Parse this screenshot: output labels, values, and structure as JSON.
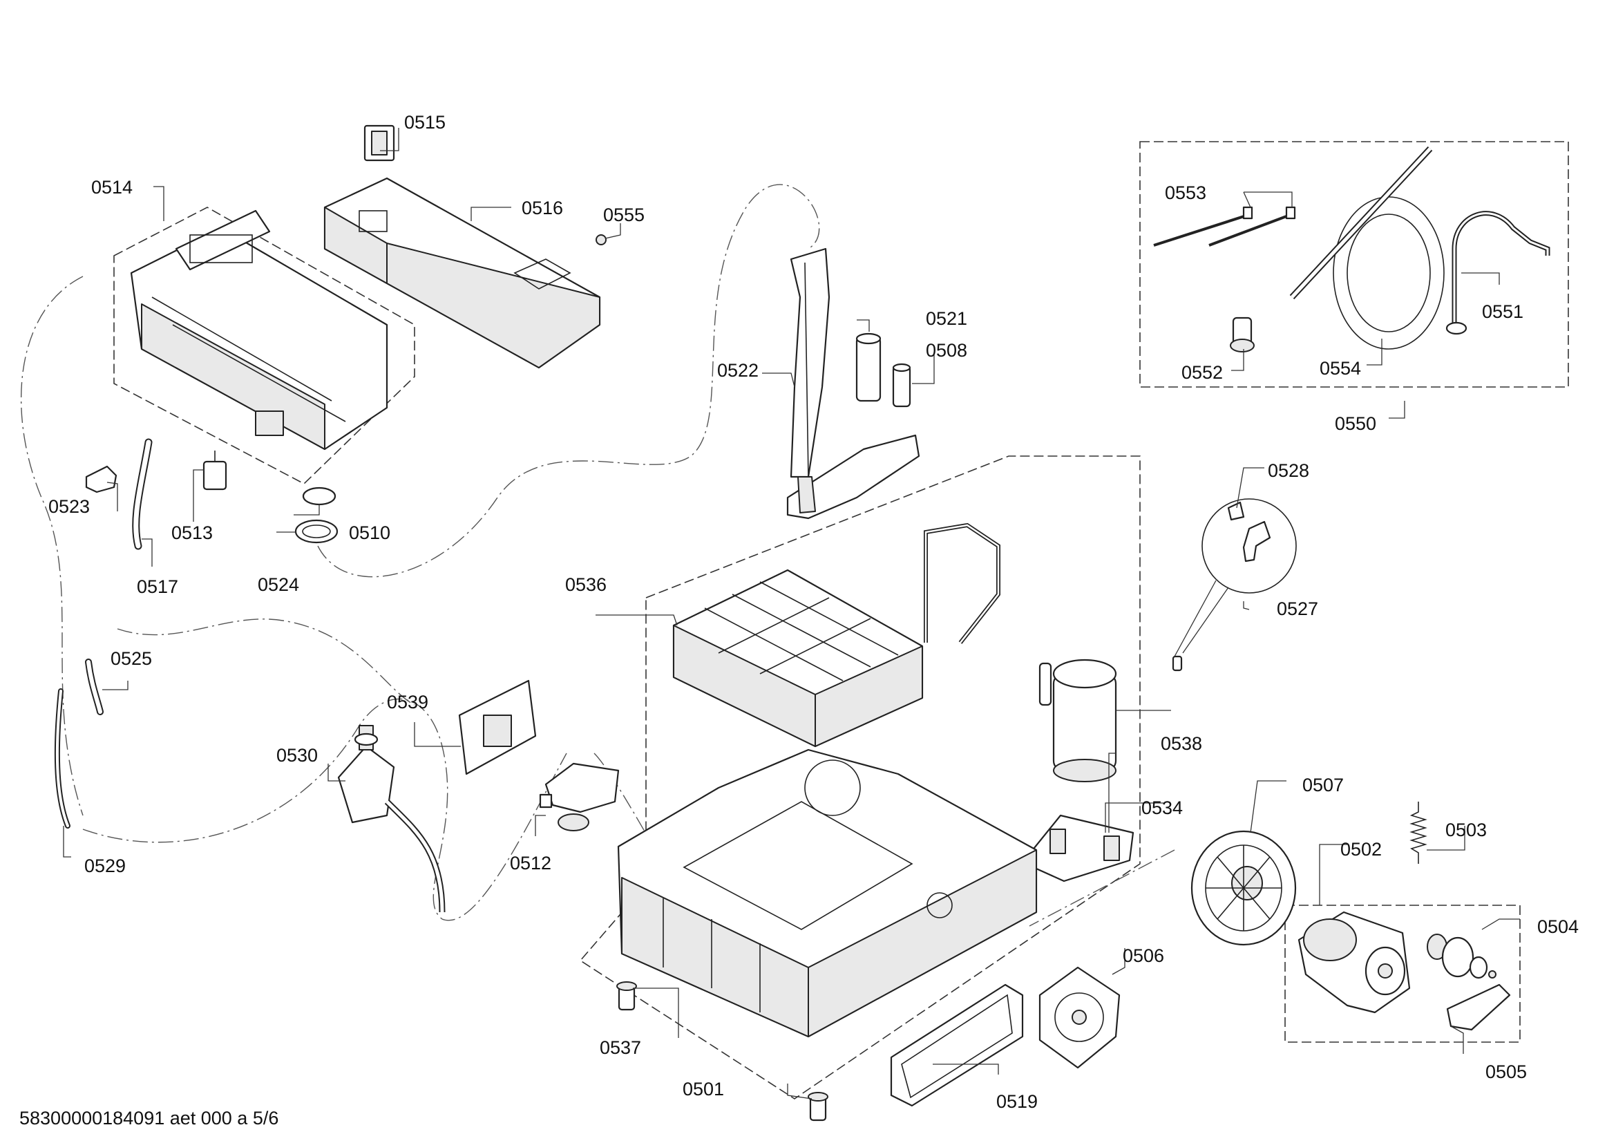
{
  "footer": {
    "drawing_id": "58300000184091 aet 000 a 5/6"
  },
  "labels": {
    "p0501": "0501",
    "p0502": "0502",
    "p0503": "0503",
    "p0504": "0504",
    "p0505": "0505",
    "p0506": "0506",
    "p0507": "0507",
    "p0508": "0508",
    "p0510": "0510",
    "p0512": "0512",
    "p0513": "0513",
    "p0514": "0514",
    "p0515": "0515",
    "p0516": "0516",
    "p0517": "0517",
    "p0519": "0519",
    "p0521": "0521",
    "p0522": "0522",
    "p0523": "0523",
    "p0524": "0524",
    "p0525": "0525",
    "p0527": "0527",
    "p0528": "0528",
    "p0529": "0529",
    "p0530": "0530",
    "p0534": "0534",
    "p0536": "0536",
    "p0537": "0537",
    "p0538": "0538",
    "p0539": "0539",
    "p0550": "0550",
    "p0551": "0551",
    "p0552": "0552",
    "p0553": "0553",
    "p0554": "0554",
    "p0555": "0555"
  }
}
